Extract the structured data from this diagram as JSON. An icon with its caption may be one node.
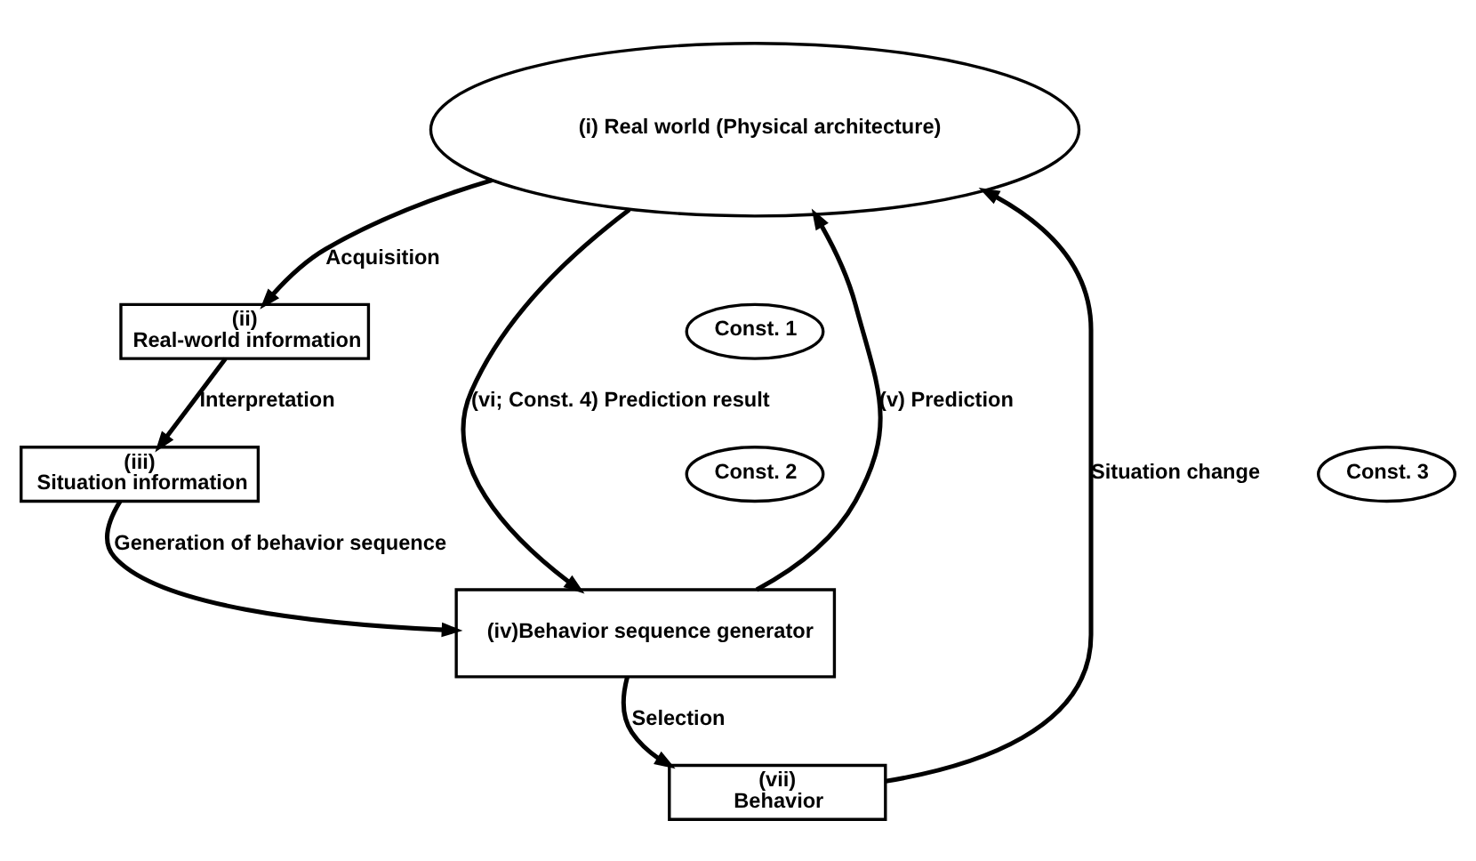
{
  "diagram": {
    "nodes": [
      {
        "text": [
          "(i) Real world (Physical architecture)"
        ]
      },
      {
        "text": [
          "(ii)",
          "Real-world information"
        ]
      },
      {
        "text": [
          "(iii)",
          "Situation information"
        ]
      },
      {
        "text": [
          "(iv)Behavior sequence generator"
        ]
      },
      {
        "text": [
          "(vii)",
          "Behavior"
        ]
      },
      {
        "text": [
          "Const. 1"
        ]
      },
      {
        "text": [
          "Const. 2"
        ]
      },
      {
        "text": [
          "Const. 3"
        ]
      }
    ],
    "edges": [
      {
        "from": 0,
        "to": 1,
        "arrow": "to",
        "label": "Acquisition"
      },
      {
        "from": 1,
        "to": 2,
        "arrow": "to",
        "label": "Interpretation"
      },
      {
        "from": 2,
        "to": 3,
        "arrow": "to",
        "label": "Generation of behavior sequence"
      },
      {
        "from": 3,
        "to": 0,
        "arrow": "to",
        "label": "(v) Prediction"
      },
      {
        "from": 0,
        "to": 3,
        "arrow": "to",
        "label": "(vi; Const. 4) Prediction result"
      },
      {
        "from": 3,
        "to": 4,
        "arrow": "to",
        "label": "Selection"
      },
      {
        "from": 4,
        "to": 0,
        "arrow": "to",
        "label": "Situation change"
      }
    ]
  }
}
